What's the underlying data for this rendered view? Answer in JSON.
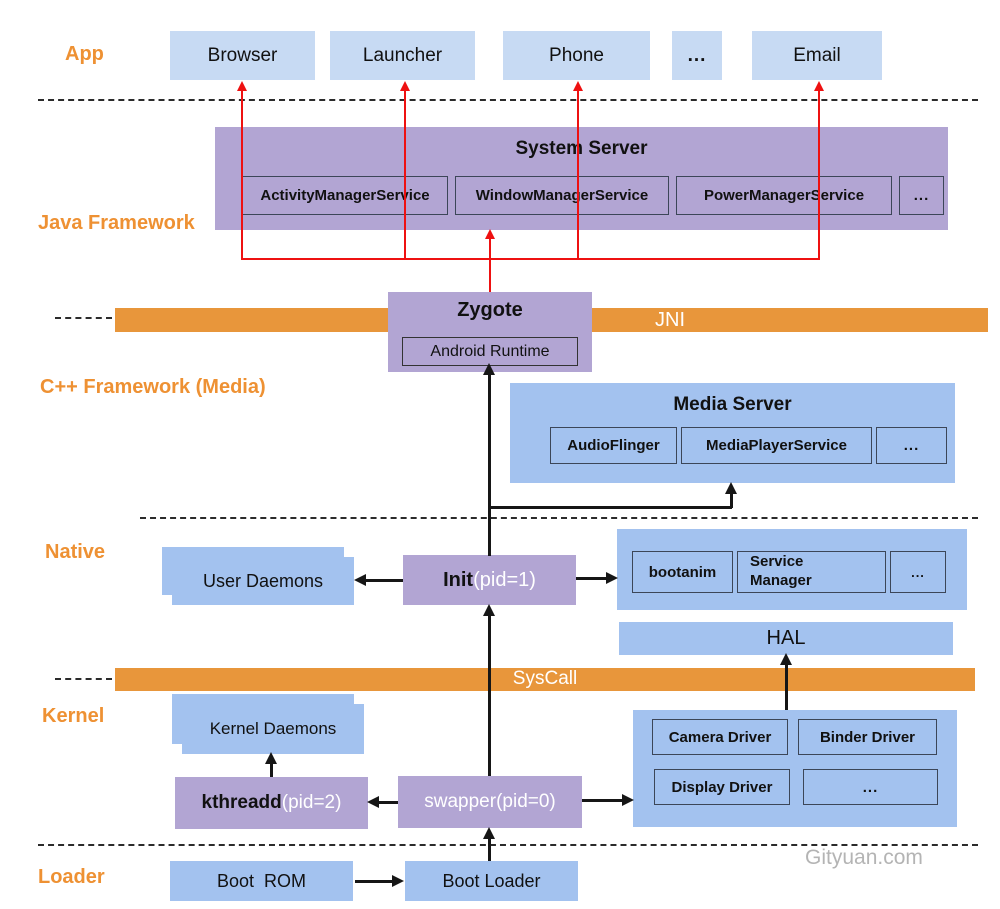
{
  "layers": {
    "app": "App",
    "java_framework": "Java Framework",
    "cpp_framework": "C++ Framework (Media)",
    "native": "Native",
    "kernel": "Kernel",
    "loader": "Loader"
  },
  "app_row": {
    "browser": "Browser",
    "launcher": "Launcher",
    "phone": "Phone",
    "dots": "...",
    "email": "Email"
  },
  "system_server": {
    "title": "System Server",
    "services": [
      "ActivityManagerService",
      "WindowManagerService",
      "PowerManagerService",
      "..."
    ]
  },
  "jni_bar": {
    "label": "JNI"
  },
  "zygote": {
    "title": "Zygote",
    "runtime": "Android Runtime"
  },
  "media_server": {
    "title": "Media Server",
    "services": [
      "AudioFlinger",
      "MediaPlayerService",
      "..."
    ]
  },
  "native_row": {
    "user_daemons": "User Daemons",
    "init": {
      "name": "Init",
      "pid": "(pid=1)"
    },
    "services": [
      "bootanim",
      "Service Manager",
      "..."
    ],
    "hal": "HAL"
  },
  "syscall_bar": {
    "label": "SysCall"
  },
  "kernel_row": {
    "kernel_daemons": "Kernel Daemons",
    "kthreadd": {
      "name": "kthreadd",
      "pid": "(pid=2)"
    },
    "swapper": {
      "name": "swapper",
      "pid": "(pid=0)"
    },
    "drivers": [
      "Camera Driver",
      "Binder Driver",
      "Display Driver",
      "..."
    ]
  },
  "loader_row": {
    "boot_rom": "Boot  ROM",
    "boot_loader": "Boot Loader"
  },
  "watermark": "Gityuan.com",
  "colors": {
    "app_box": "#c7daf3",
    "blue_box": "#a3c2ef",
    "purple_box": "#b2a5d3",
    "orange_bar": "#e8963b",
    "label_orange": "#ee9133",
    "red_line": "#ee1111",
    "black_line": "#161616",
    "watermark_gray": "#b4b4b4"
  }
}
